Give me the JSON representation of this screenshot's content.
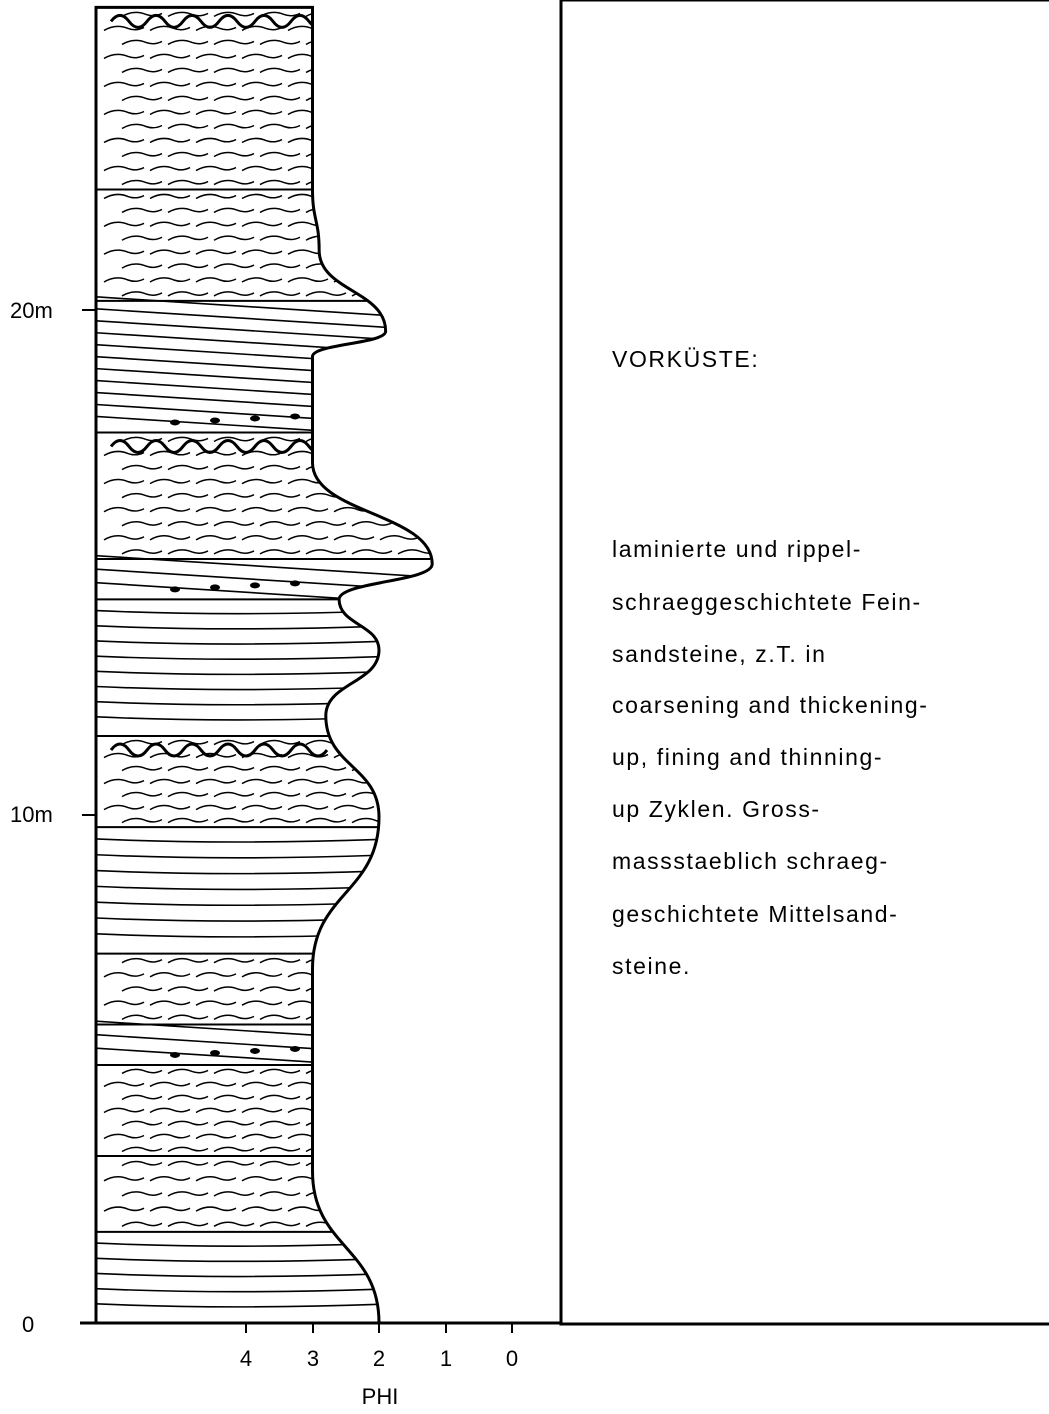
{
  "figure": {
    "depth_labels": [
      "0",
      "10m",
      "20m"
    ],
    "phi_ticks": [
      "4",
      "3",
      "2",
      "1",
      "0"
    ],
    "phi_label": "PHI"
  },
  "description": {
    "heading": "VORKÜSTE:",
    "lines": [
      "laminierte und rippel-",
      "schraeggeschichtete Fein-",
      "sandsteine, z.T. in",
      "coarsening and thickening-",
      "up, fining and thinning-",
      "up Zyklen. Gross-",
      "massstaeblich schraeg-",
      "geschichtete Mittelsand-",
      "steine."
    ]
  },
  "profile": {
    "units": [
      {
        "lithology": "laminated",
        "from_m": 0.0,
        "to_m": 1.8
      },
      {
        "lithology": "ripple-laminated",
        "from_m": 1.8,
        "to_m": 3.3
      },
      {
        "lithology": "ripple-laminated",
        "from_m": 3.3,
        "to_m": 5.1
      },
      {
        "lithology": "cross-bedded",
        "from_m": 5.1,
        "to_m": 5.9
      },
      {
        "lithology": "ripple-laminated",
        "from_m": 5.9,
        "to_m": 7.3
      },
      {
        "lithology": "laminated",
        "from_m": 7.3,
        "to_m": 9.8
      },
      {
        "lithology": "ripple-laminated",
        "from_m": 9.8,
        "to_m": 11.6
      },
      {
        "lithology": "laminated",
        "from_m": 11.6,
        "to_m": 14.3
      },
      {
        "lithology": "cross-bedded",
        "from_m": 14.3,
        "to_m": 15.1
      },
      {
        "lithology": "ripple-laminated",
        "from_m": 15.1,
        "to_m": 17.6
      },
      {
        "lithology": "cross-bedded",
        "from_m": 17.6,
        "to_m": 20.2
      },
      {
        "lithology": "ripple-laminated",
        "from_m": 20.2,
        "to_m": 22.4
      },
      {
        "lithology": "ripple-laminated",
        "from_m": 22.4,
        "to_m": 26.0
      }
    ],
    "grain_size_curve": [
      {
        "depth_m": 0.0,
        "phi": 2.0
      },
      {
        "depth_m": 3.0,
        "phi": 3.0
      },
      {
        "depth_m": 7.0,
        "phi": 3.0
      },
      {
        "depth_m": 10.0,
        "phi": 2.0
      },
      {
        "depth_m": 12.0,
        "phi": 2.8
      },
      {
        "depth_m": 13.3,
        "phi": 2.0
      },
      {
        "depth_m": 14.3,
        "phi": 2.6
      },
      {
        "depth_m": 15.0,
        "phi": 1.2
      },
      {
        "depth_m": 17.0,
        "phi": 3.0
      },
      {
        "depth_m": 19.1,
        "phi": 3.0
      },
      {
        "depth_m": 19.6,
        "phi": 1.9
      },
      {
        "depth_m": 21.2,
        "phi": 2.9
      },
      {
        "depth_m": 22.4,
        "phi": 3.0
      },
      {
        "depth_m": 26.0,
        "phi": 3.0
      }
    ]
  }
}
